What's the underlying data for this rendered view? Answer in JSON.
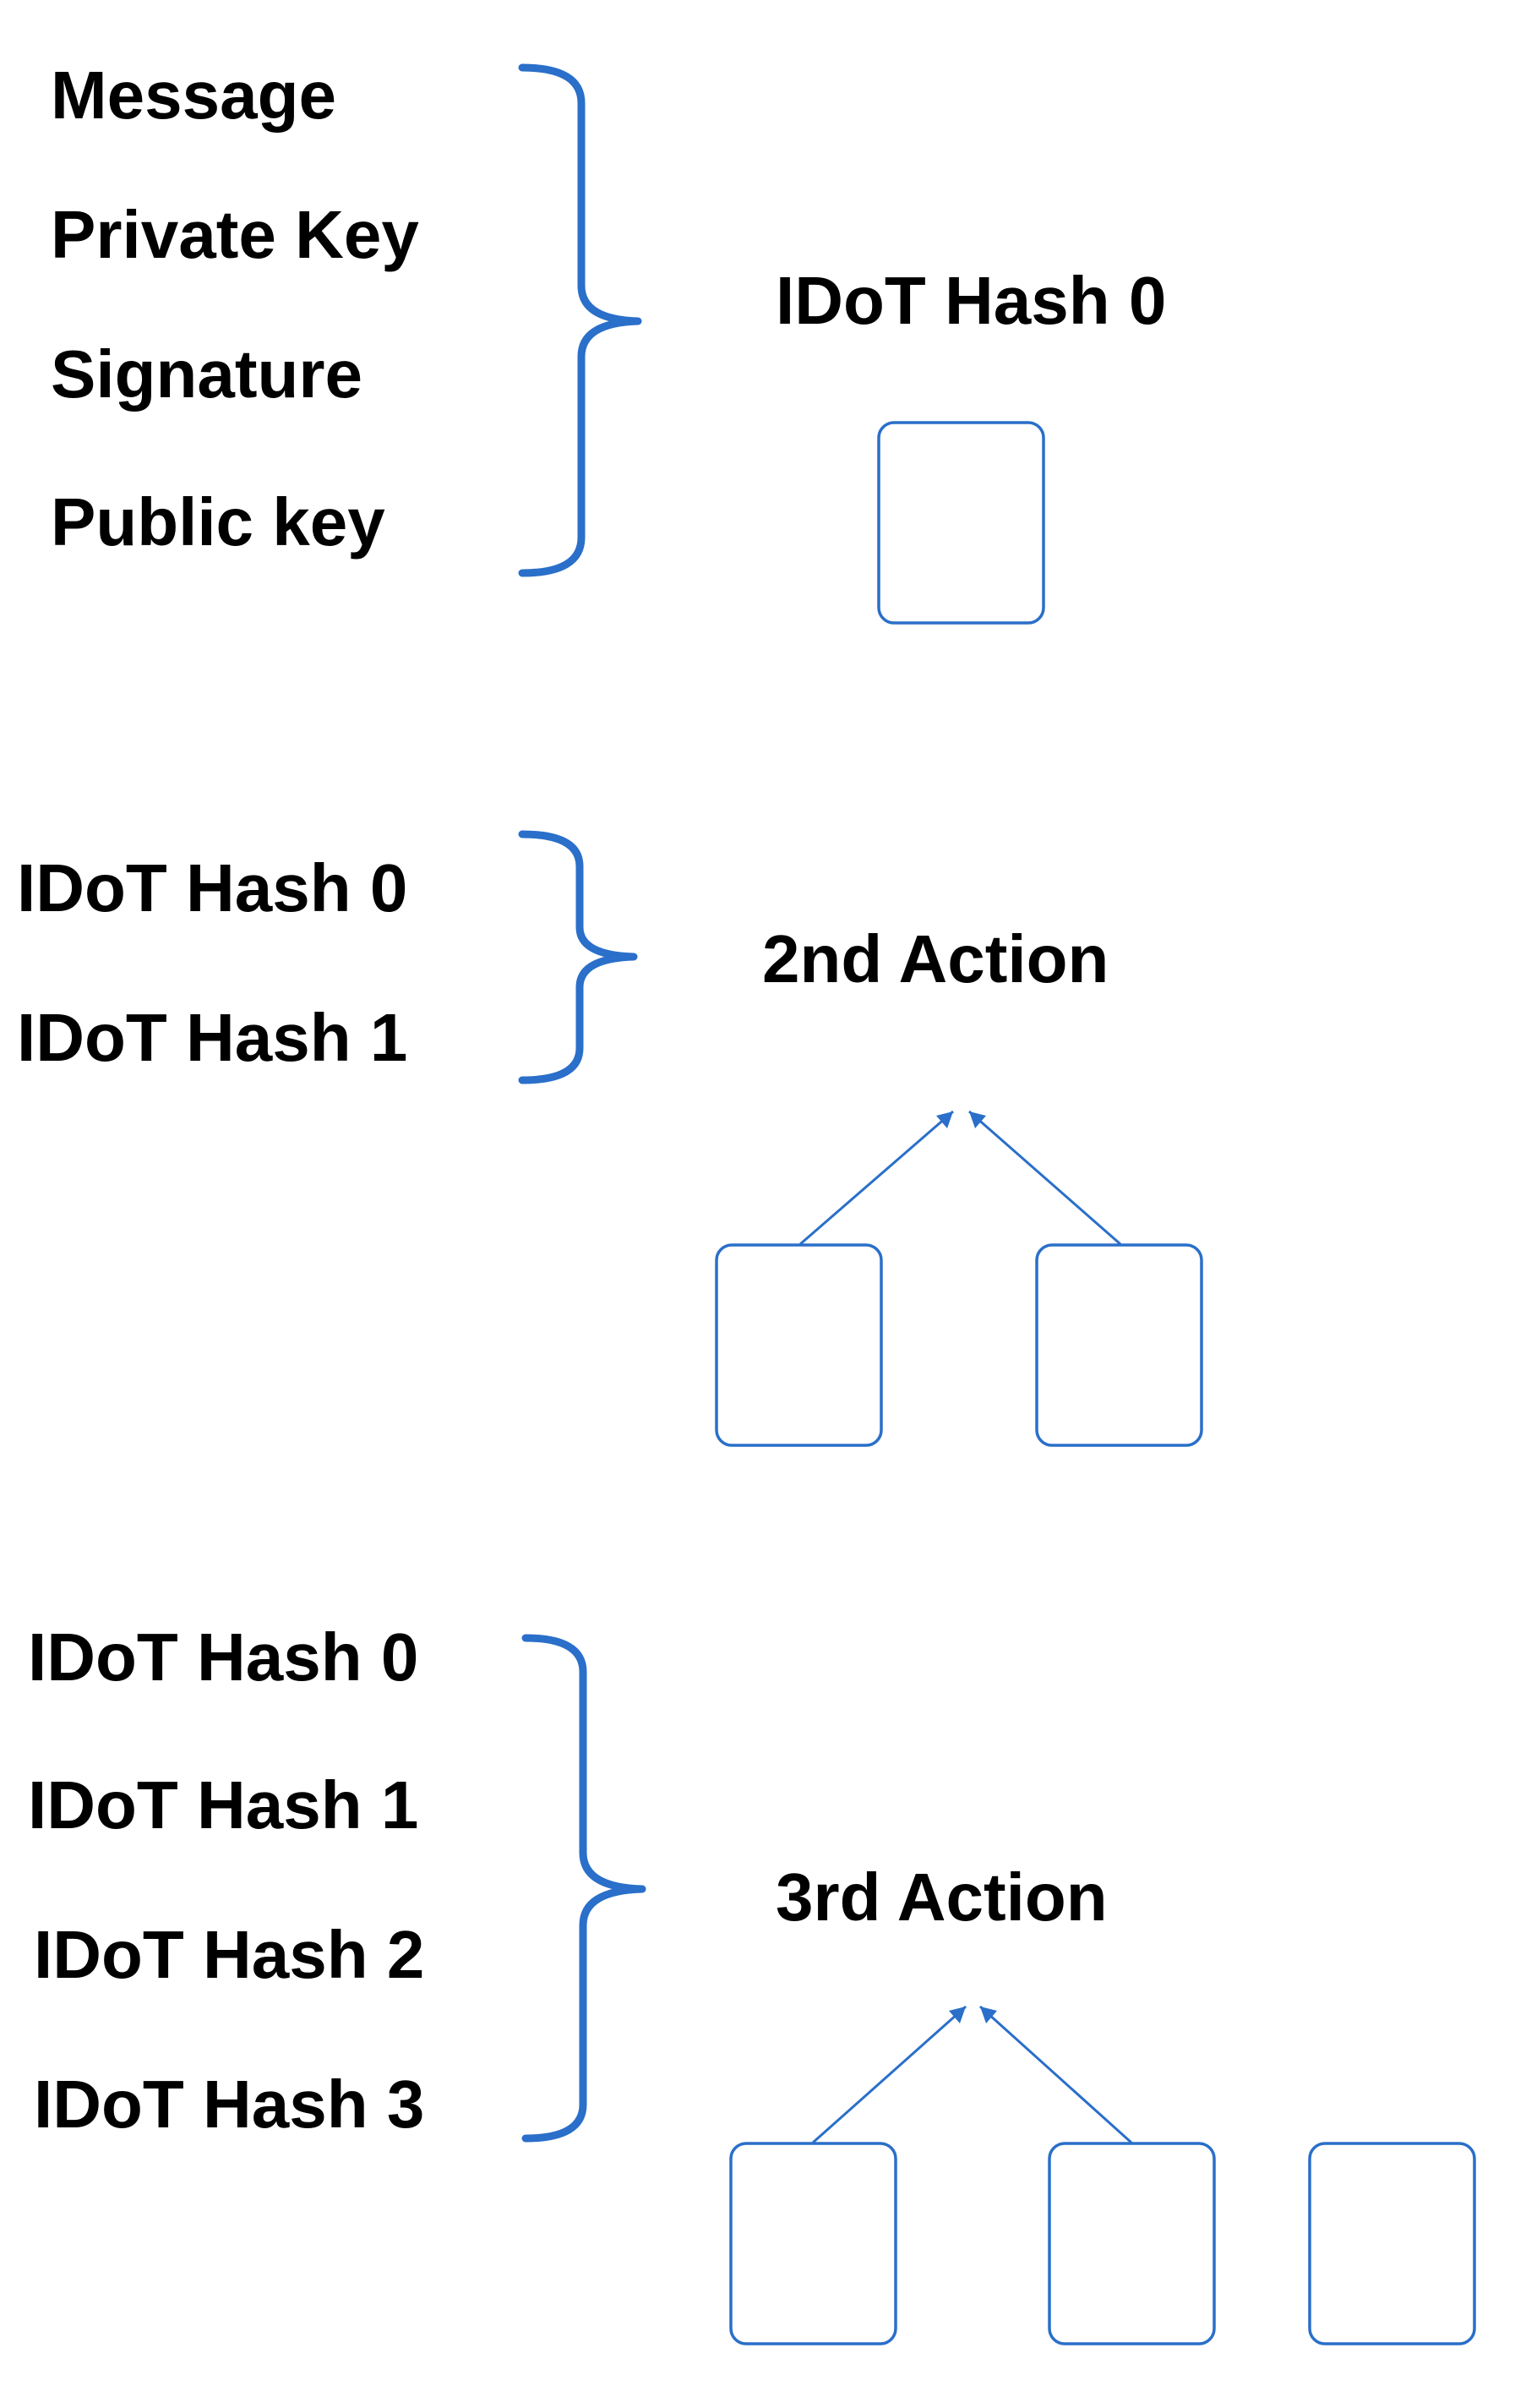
{
  "colors": {
    "brace": "#2a6fc9",
    "box": "#2a6fc9",
    "arrow": "#2a6fc9",
    "text": "#000000"
  },
  "section1": {
    "inputs": [
      "Message",
      "Private Key",
      "Signature",
      "Public key"
    ],
    "result": "IDoT Hash 0"
  },
  "section2": {
    "inputs": [
      "IDoT Hash 0",
      "IDoT Hash 1"
    ],
    "result": "2nd Action"
  },
  "section3": {
    "inputs": [
      "IDoT Hash 0",
      "IDoT Hash 1",
      "IDoT Hash 2",
      "IDoT Hash 3"
    ],
    "result": "3rd  Action"
  }
}
